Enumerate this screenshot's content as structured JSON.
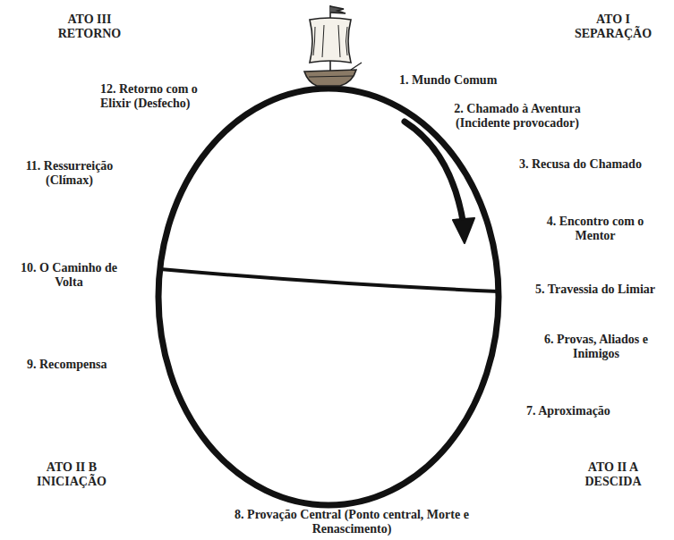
{
  "diagram": {
    "labels": [
      "ATO III RETORNO",
      "ATO I SEPARAÇÃO",
      "12. Retorno com o Elixir (Desfecho)",
      "1. Mundo Comum",
      "2. Chamado à Aventura (Incidente provocador)",
      "11. Ressurreição (Clímax)",
      "3. Recusa do Chamado",
      "4. Encontro com o Mentor",
      "10. O Caminho de Volta",
      "5. Travessia do Limiar",
      "6. Provas, Aliados e Inimigos",
      "9. Recompensa",
      "7. Aproximação",
      "ATO II B INICIAÇÃO",
      "ATO II A DESCIDA",
      "8. Provação Central (Ponto central, Morte e Renascimento)"
    ]
  }
}
